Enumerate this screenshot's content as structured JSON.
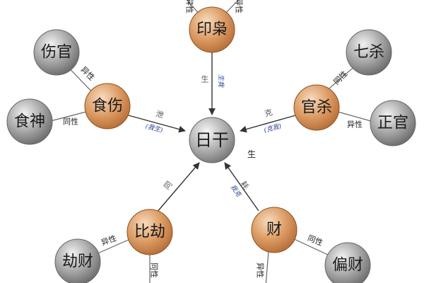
{
  "colors": {
    "orange": "#d9935a",
    "orange_light": "#f4cfa8",
    "gray": "#8f8f8f",
    "gray_light": "#e2e2e2",
    "line": "#555555"
  },
  "center": {
    "label": "日干",
    "note": "生"
  },
  "groups": {
    "top": {
      "label": "印枭",
      "arrow_label": "生",
      "arrow_note": "生我",
      "rel_left": "异性",
      "rel_right": "异性"
    },
    "right": {
      "label": "官杀",
      "arrow_label": "克",
      "arrow_note": "(克我)",
      "outer_top": "七杀",
      "outer_top_rel": "同性",
      "outer_bottom": "正官",
      "outer_bottom_rel": "异性"
    },
    "left": {
      "label": "食伤",
      "arrow_label": "泄",
      "arrow_note": "(我生)",
      "outer_top": "伤官",
      "outer_top_rel": "异性",
      "outer_bottom": "食神",
      "outer_bottom_rel": "同性"
    },
    "bottom_left": {
      "label": "比劫",
      "arrow_label": "同",
      "outer": "劫财",
      "outer_rel": "异性",
      "outer_bottom_rel": "同性"
    },
    "bottom_right": {
      "label": "财",
      "arrow_label": "耗",
      "arrow_note": "我克",
      "outer": "偏财",
      "outer_rel": "同性",
      "outer_bottom_rel": "异性"
    }
  }
}
